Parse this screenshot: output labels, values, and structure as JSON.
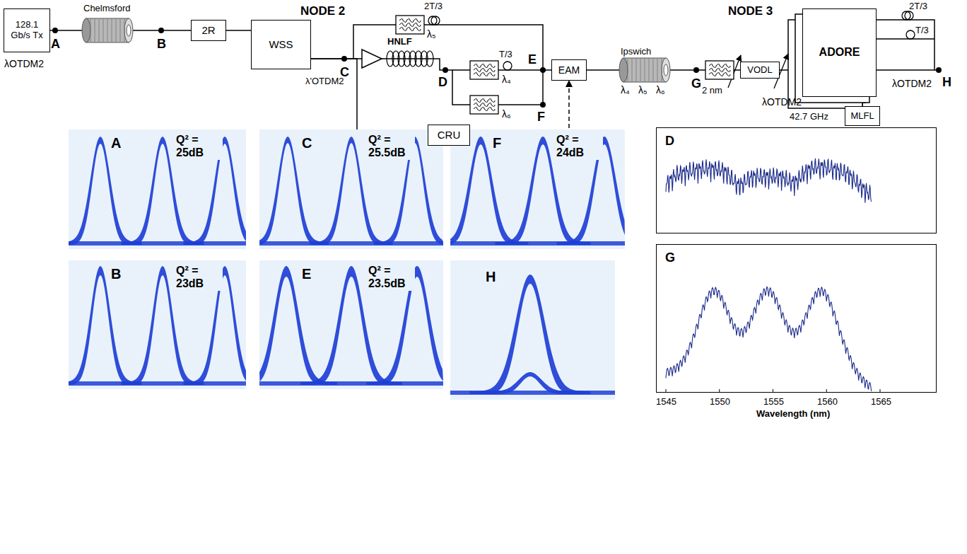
{
  "diagram": {
    "nodes": [
      {
        "text": [
          "128.1 Gb/s Tx"
        ]
      },
      {
        "text": [
          "2R"
        ]
      },
      {
        "text": [
          "WSS"
        ]
      },
      {
        "text": [
          "CRU"
        ]
      },
      {
        "text": [
          "EAM"
        ]
      },
      {
        "text": [
          "VODL"
        ]
      },
      {
        "text": [
          "ADORE"
        ]
      },
      {
        "text": [
          "MLFL"
        ]
      },
      {
        "text": [
          "A",
          "Q² = 25dB"
        ]
      },
      {
        "text": [
          "C",
          "Q² = 25.5dB"
        ]
      },
      {
        "text": [
          "F",
          "Q² = 24dB"
        ]
      },
      {
        "text": [
          "D"
        ]
      },
      {
        "text": [
          "B",
          "Q² = 23dB"
        ]
      },
      {
        "text": [
          "E",
          "Q² = 23.5dB"
        ]
      },
      {
        "text": [
          "H"
        ]
      },
      {
        "text": [
          "G"
        ]
      }
    ],
    "edges": [
      {
        "from": 0,
        "to": 1,
        "arrow": "none"
      },
      {
        "from": 1,
        "to": 2,
        "arrow": "none"
      },
      {
        "from": 2,
        "to": 3,
        "arrow": "none"
      },
      {
        "from": 2,
        "to": 4,
        "arrow": "none"
      },
      {
        "from": 3,
        "to": 4,
        "arrow": "to"
      },
      {
        "from": 4,
        "to": 5,
        "arrow": "none"
      },
      {
        "from": 5,
        "to": 6,
        "arrow": "none"
      },
      {
        "from": 7,
        "to": 6,
        "arrow": "to"
      }
    ],
    "labels": [
      "NODE 2",
      "NODE 3",
      "A",
      "Chelmsford",
      "B",
      "λOTDM2",
      "C",
      "λ'OTDM2",
      "2T/3",
      "λ₅",
      "HNLF",
      "D",
      "T/3",
      "λ₄",
      "E",
      "λ₆",
      "F",
      "Ipswich",
      "λ₄",
      "λ₅",
      "λ₆",
      "G",
      "2 nm",
      "λOTDM2",
      "42.7 GHz",
      "2T/3",
      "T/3",
      "H",
      "λOTDM2",
      "1545",
      "1550",
      "1555",
      "1560",
      "1565",
      "Wavelength (nm)"
    ]
  }
}
